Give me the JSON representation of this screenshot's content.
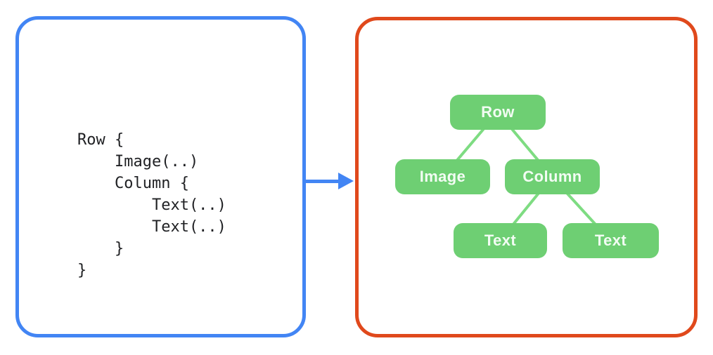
{
  "colors": {
    "canvas-bg": "#ffffff",
    "code-box-border": "#4285F4",
    "arrow": "#4285F4",
    "tree-box-border": "#E0491C",
    "node-fill": "#6ECF73",
    "node-text": "#F2FCF3",
    "connector": "#7EDC82",
    "code-text": "#202124"
  },
  "code_panel": {
    "lines": [
      "Row {",
      "    Image(..)",
      "    Column {",
      "        Text(..)",
      "        Text(..)",
      "    }",
      "}"
    ]
  },
  "tree_panel": {
    "nodes": [
      {
        "id": "row",
        "label": "Row"
      },
      {
        "id": "image",
        "label": "Image"
      },
      {
        "id": "column",
        "label": "Column"
      },
      {
        "id": "text1",
        "label": "Text"
      },
      {
        "id": "text2",
        "label": "Text"
      }
    ],
    "edges": [
      [
        "row",
        "image"
      ],
      [
        "row",
        "column"
      ],
      [
        "column",
        "text1"
      ],
      [
        "column",
        "text2"
      ]
    ]
  }
}
